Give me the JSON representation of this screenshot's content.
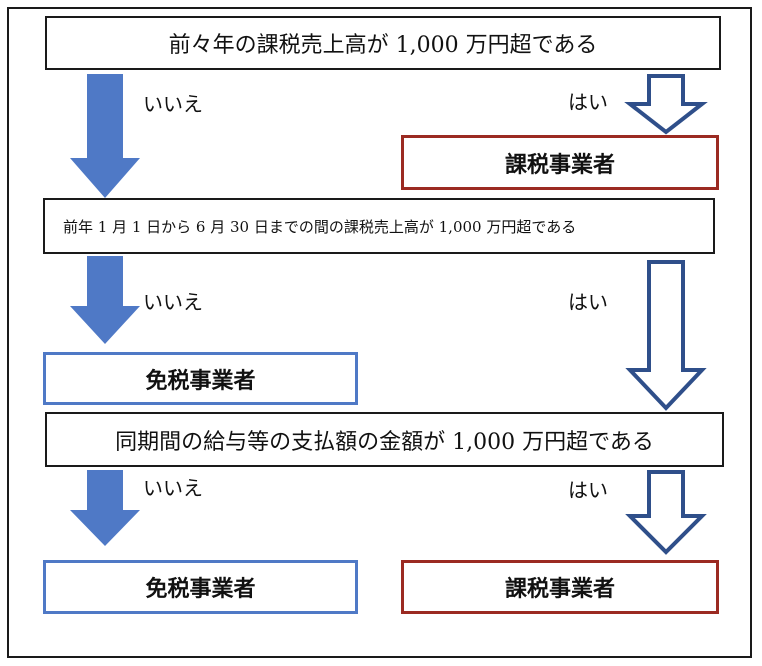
{
  "questions": {
    "q1": "前々年の課税売上高が 1,000 万円超である",
    "q2": "前年 1 月 1 日から 6 月 30 日までの間の課税売上高が 1,000 万円超である",
    "q3": "同期間の給与等の支払額の金額が 1,000 万円超である"
  },
  "answers": {
    "no": "いいえ",
    "yes": "はい"
  },
  "results": {
    "taxable": "課税事業者",
    "exempt": "免税事業者"
  },
  "colors": {
    "no_arrow": "#4f79c6",
    "yes_arrow_outline": "#2f4f8a",
    "taxable_border": "#9b2a22",
    "exempt_border": "#4f79c6",
    "question_border": "#1a1a1a"
  }
}
